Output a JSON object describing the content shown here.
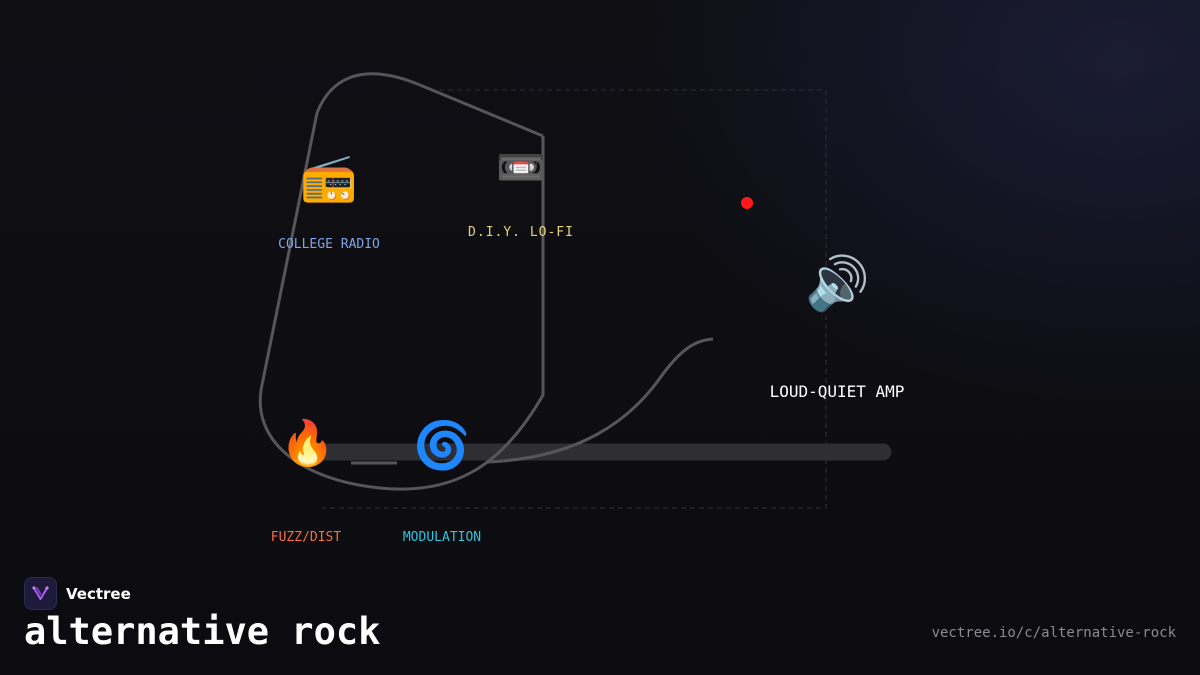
{
  "nodes": [
    {
      "id": "college-radio",
      "label": "COLLEGE RADIO",
      "icon": "radio-icon",
      "glyph": "📻",
      "color": "#7ea6e6"
    },
    {
      "id": "diy-lofi",
      "label": "D.I.Y. LO-FI",
      "icon": "videocassette-icon",
      "glyph": "📼",
      "color": "#e8d27a"
    },
    {
      "id": "loud-quiet-amp",
      "label": "LOUD-QUIET AMP",
      "icon": "speaker-icon",
      "glyph": "🔊",
      "color": "#ffffff"
    },
    {
      "id": "fuzz-dist",
      "label": "FUZZ/DIST",
      "icon": "fire-icon",
      "glyph": "🔥",
      "color": "#ff6a3d"
    },
    {
      "id": "modulation",
      "label": "MODULATION",
      "icon": "cyclone-icon",
      "glyph": "🌀",
      "color": "#2ec4e0"
    }
  ],
  "marker_color": "#ff1a1a",
  "brand": {
    "name": "Vectree",
    "logo_icon": "vectree-logo-icon"
  },
  "title": "alternative rock",
  "url": "vectree.io/c/alternative-rock"
}
